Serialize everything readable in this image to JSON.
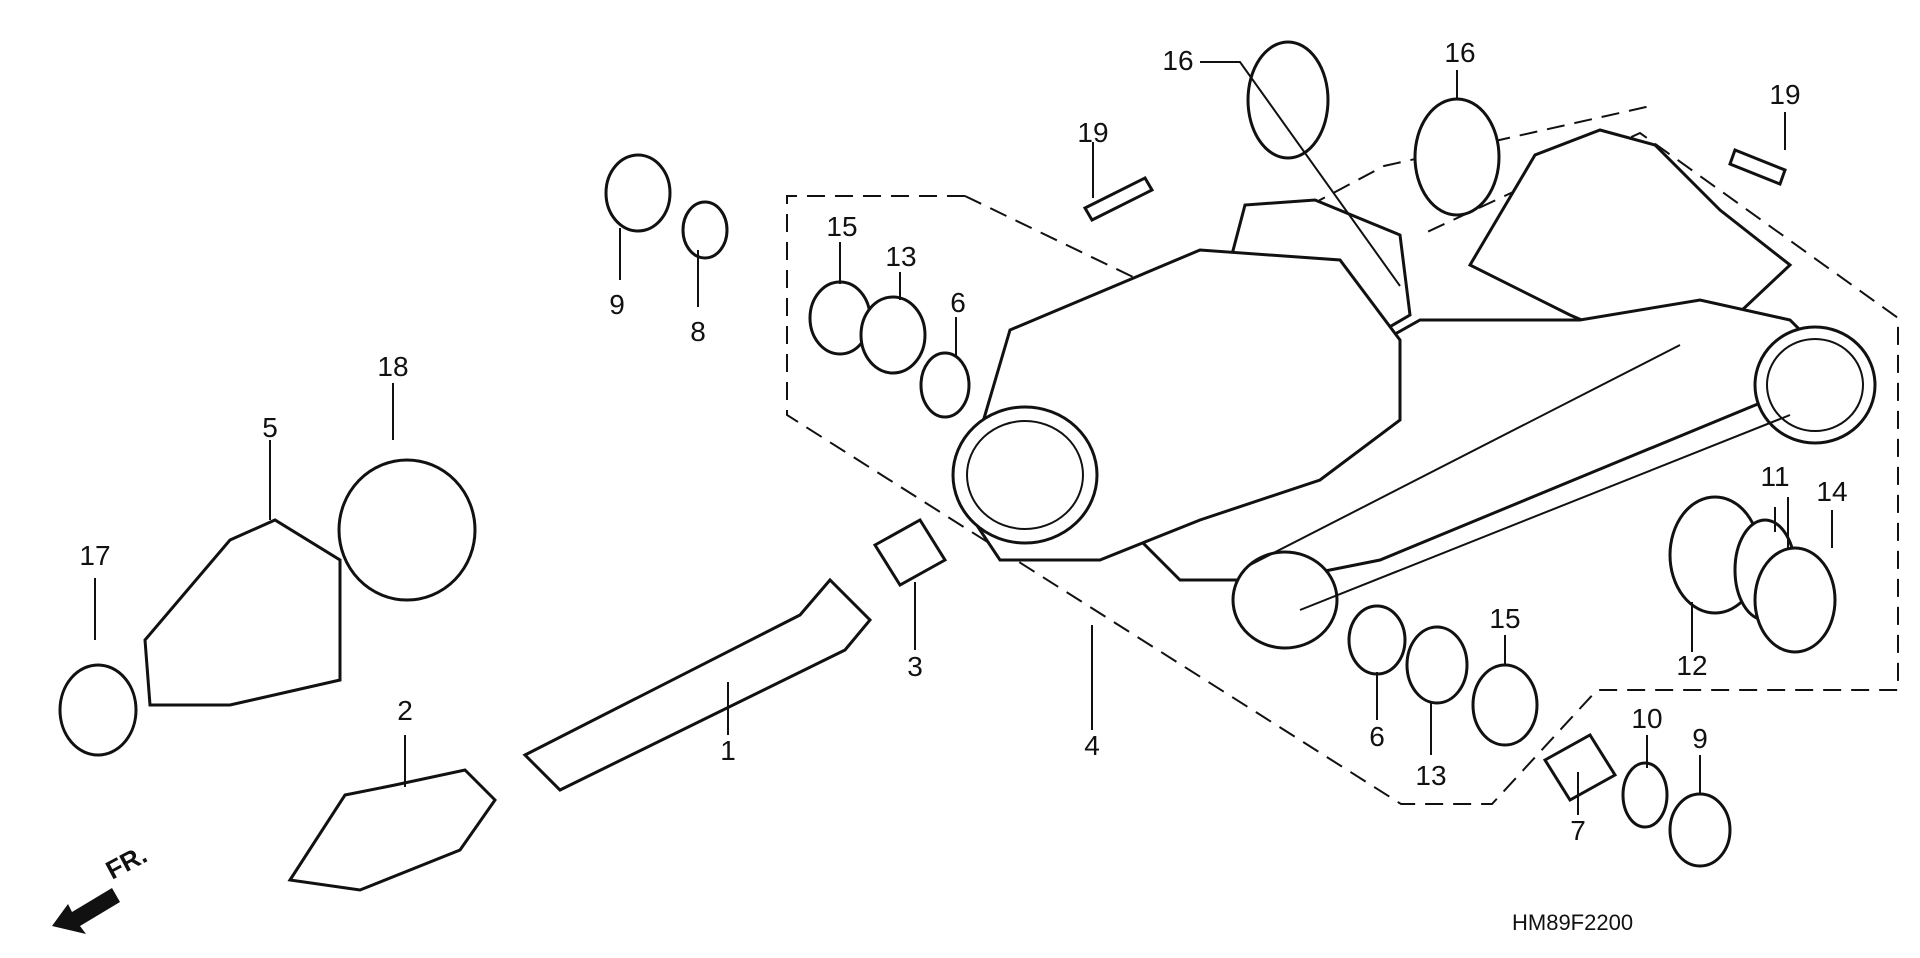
{
  "diagram": {
    "code": "HM89F2200",
    "front_label": "FR.",
    "icons": [
      "front-direction-arrow-icon"
    ],
    "callouts": [
      "16",
      "16",
      "19",
      "19",
      "9",
      "8",
      "15",
      "13",
      "6",
      "11",
      "14",
      "18",
      "5",
      "17",
      "12",
      "3",
      "15",
      "6",
      "13",
      "4",
      "10",
      "9",
      "2",
      "1",
      "7"
    ]
  }
}
